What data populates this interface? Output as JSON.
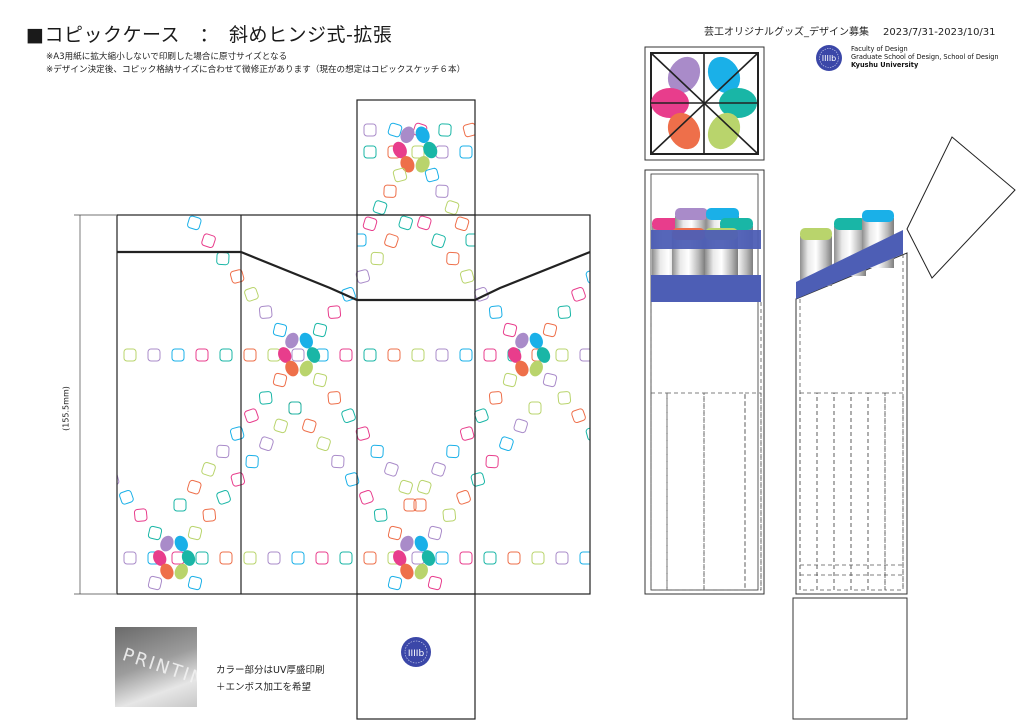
{
  "header": {
    "title": "■コピックケース　：　斜めヒンジ式-拡張",
    "note_1": "※A3用紙に拡大縮小しないで印刷した場合に原寸サイズとなる",
    "note_2": "※デザイン決定後、コピック格納サイズに合わせて微修正があります（現在の想定はコピックスケッチ６本）",
    "event_label": "芸工オリジナルグッズ_デザイン募集",
    "event_dates": "2023/7/31-2023/10/31"
  },
  "logo": {
    "line_1": "Faculty of Design",
    "line_2": "Graduate School of Design, School of Design",
    "line_3": "Kyushu University",
    "mark_text": "IIIIb",
    "color": "#3b47a8"
  },
  "dieline": {
    "dimension_label": "(155.5mm)"
  },
  "printing_note": {
    "thumbnail_text": "PRINTIN",
    "line_1": "カラー部分はUV厚盛印刷",
    "line_2": "＋エンボス加工を希望"
  },
  "colors": {
    "purple": "#a98bc9",
    "blue": "#1ab0e8",
    "pink": "#e83d8c",
    "teal": "#19b6a6",
    "orange": "#ee6f4a",
    "lime": "#b9d46c",
    "band": "#4d5eb5",
    "line": "#222222"
  }
}
